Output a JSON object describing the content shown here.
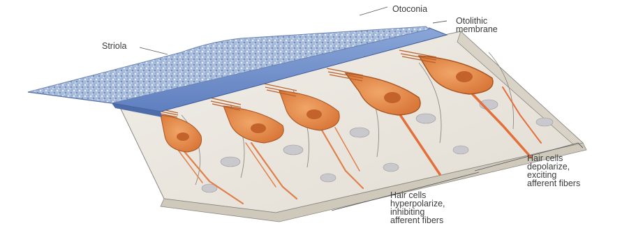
{
  "labels": {
    "otoconia": "Otoconia",
    "otolithic_line1": "Otolithic",
    "otolithic_line2": "membrane",
    "striola": "Striola",
    "depol_line1": "Hair cells",
    "depol_line2": "depolarize,",
    "depol_line3": "exciting",
    "depol_line4": "afferent fibers",
    "hyper_line1": "Hair cells",
    "hyper_line2": "hyperpolarize,",
    "hyper_line3": "inhibiting",
    "hyper_line4": "afferent fibers"
  },
  "colors": {
    "otoconia": "#9fb4d6",
    "membrane": "#6f8fc8",
    "epithelium": "#eae6de",
    "hair_cell": "#e0894a",
    "nucleus": "#c96a2a",
    "fiber": "#e0824e",
    "label": "#3a3a3a"
  }
}
